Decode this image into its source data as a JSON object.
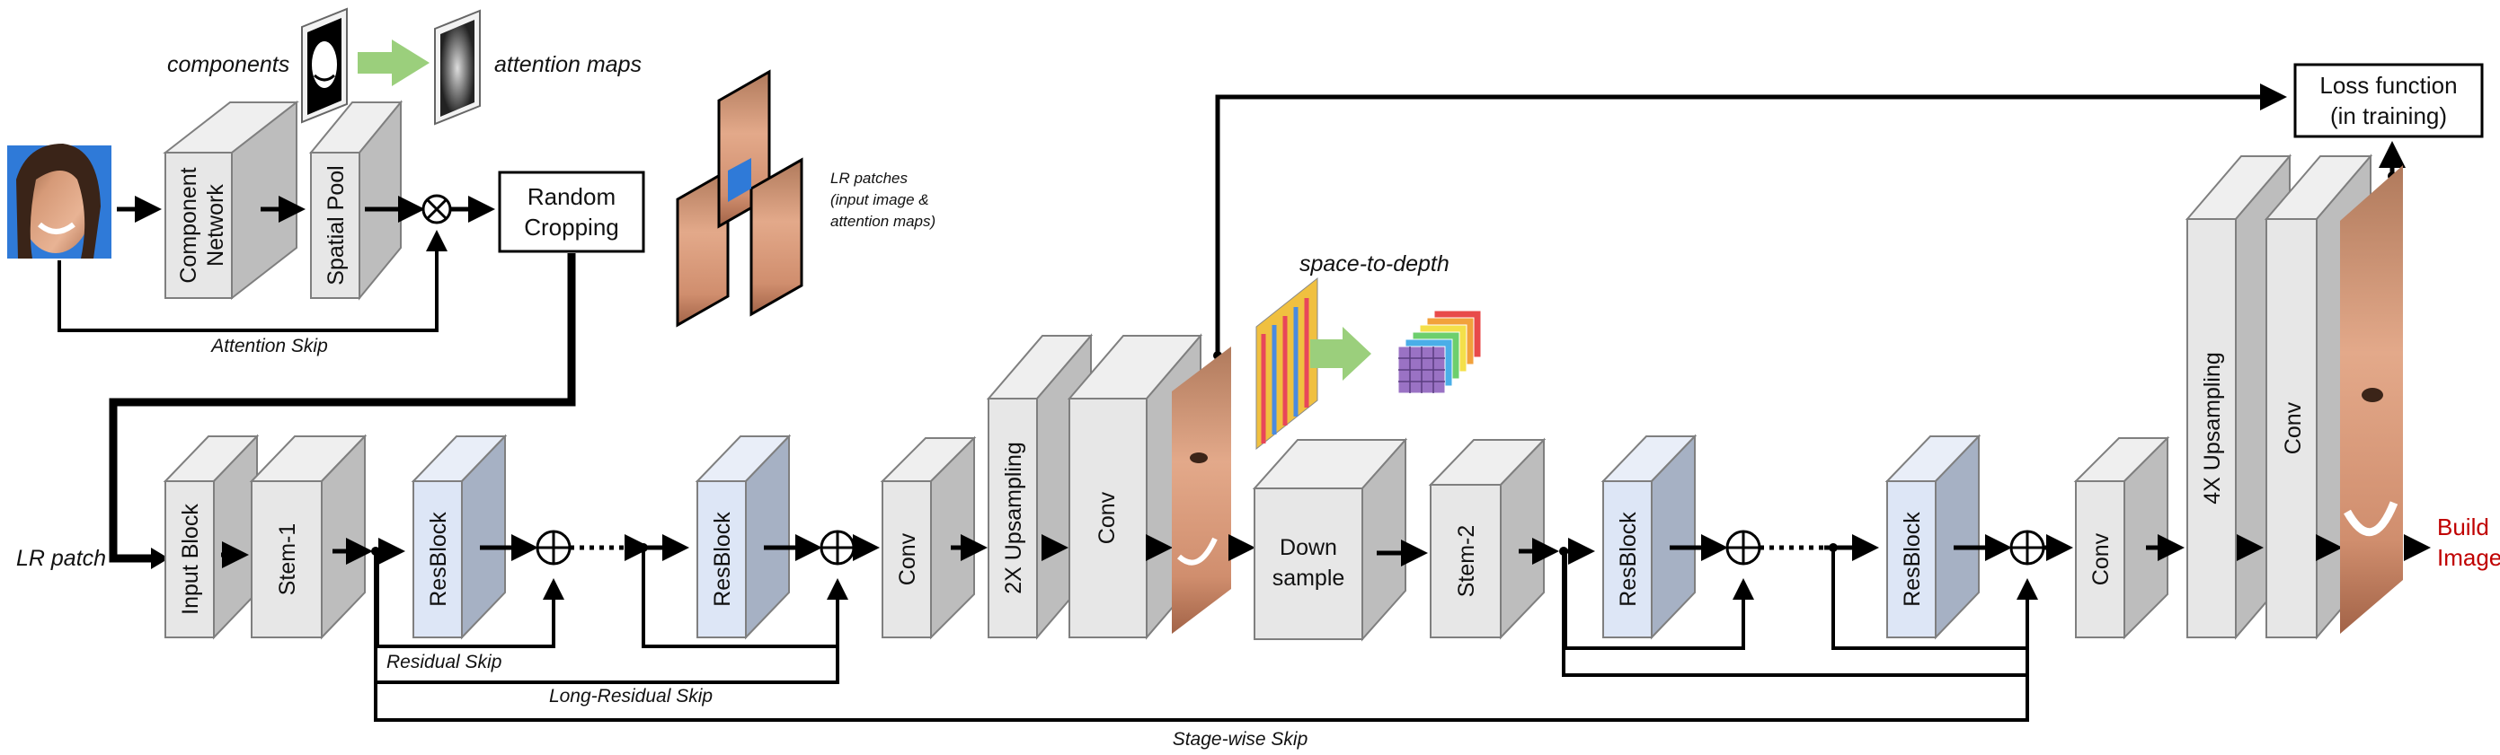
{
  "labels": {
    "components": "components",
    "attention_maps": "attention maps",
    "component_network": [
      "Component",
      "Network"
    ],
    "spatial_pool": "Spatial Pool",
    "random_cropping": [
      "Random",
      "Cropping"
    ],
    "attention_skip": "Attention Skip",
    "lr_patches": [
      "LR patches",
      "(input image &",
      "attention maps)"
    ],
    "space_to_depth": "space-to-depth",
    "loss_function": [
      "Loss function",
      "(in training)"
    ],
    "lr_patch": "LR patch",
    "input_block": "Input Block",
    "stem1": "Stem-1",
    "resblock": "ResBlock",
    "conv": "Conv",
    "upsample2x": "2X Upsampling",
    "downsample": [
      "Down",
      "sample"
    ],
    "stem2": "Stem-2",
    "upsample4x": "4X Upsampling",
    "build_image": [
      "Build",
      "Image"
    ],
    "residual_skip": "Residual Skip",
    "long_residual_skip": "Long-Residual Skip",
    "stagewise_skip": "Stage-wise Skip"
  },
  "colors": {
    "gray_front": "#e7e7e7",
    "gray_top": "#efefef",
    "gray_side": "#bdbdbd",
    "blue_front": "#dde6f6",
    "blue_top": "#e9eef8",
    "blue_side": "#a6b1c4",
    "arrow_green": "#9bcf7c",
    "build_image_red": "#c00000"
  },
  "icons": {
    "multiply": "circled-times-icon",
    "add": "circled-plus-icon",
    "face": "face-photo-icon"
  }
}
